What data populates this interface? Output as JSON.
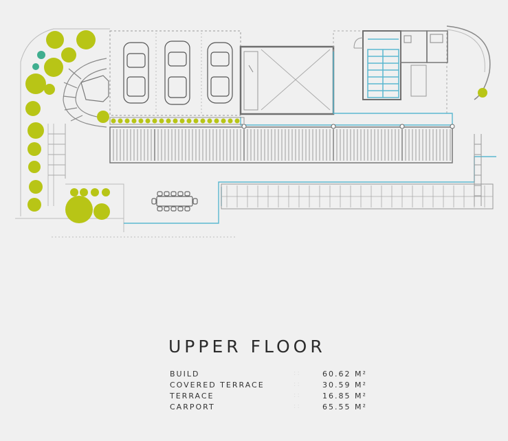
{
  "title": "UPPER FLOOR",
  "areas": [
    {
      "label": "BUILD",
      "value": "60.62 M²"
    },
    {
      "label": "COVERED TERRACE",
      "value": "30.59 M²"
    },
    {
      "label": "TERRACE",
      "value": "16.85 M²"
    },
    {
      "label": "CARPORT",
      "value": "65.55 M²"
    }
  ],
  "separator": "::",
  "colors": {
    "background": "#f0f0f0",
    "wall": "#6e6e6e",
    "line": "#9a9a9a",
    "glass": "#5ab7cf",
    "plant": "#b8c516",
    "plant_accent": "#3fae8f"
  }
}
